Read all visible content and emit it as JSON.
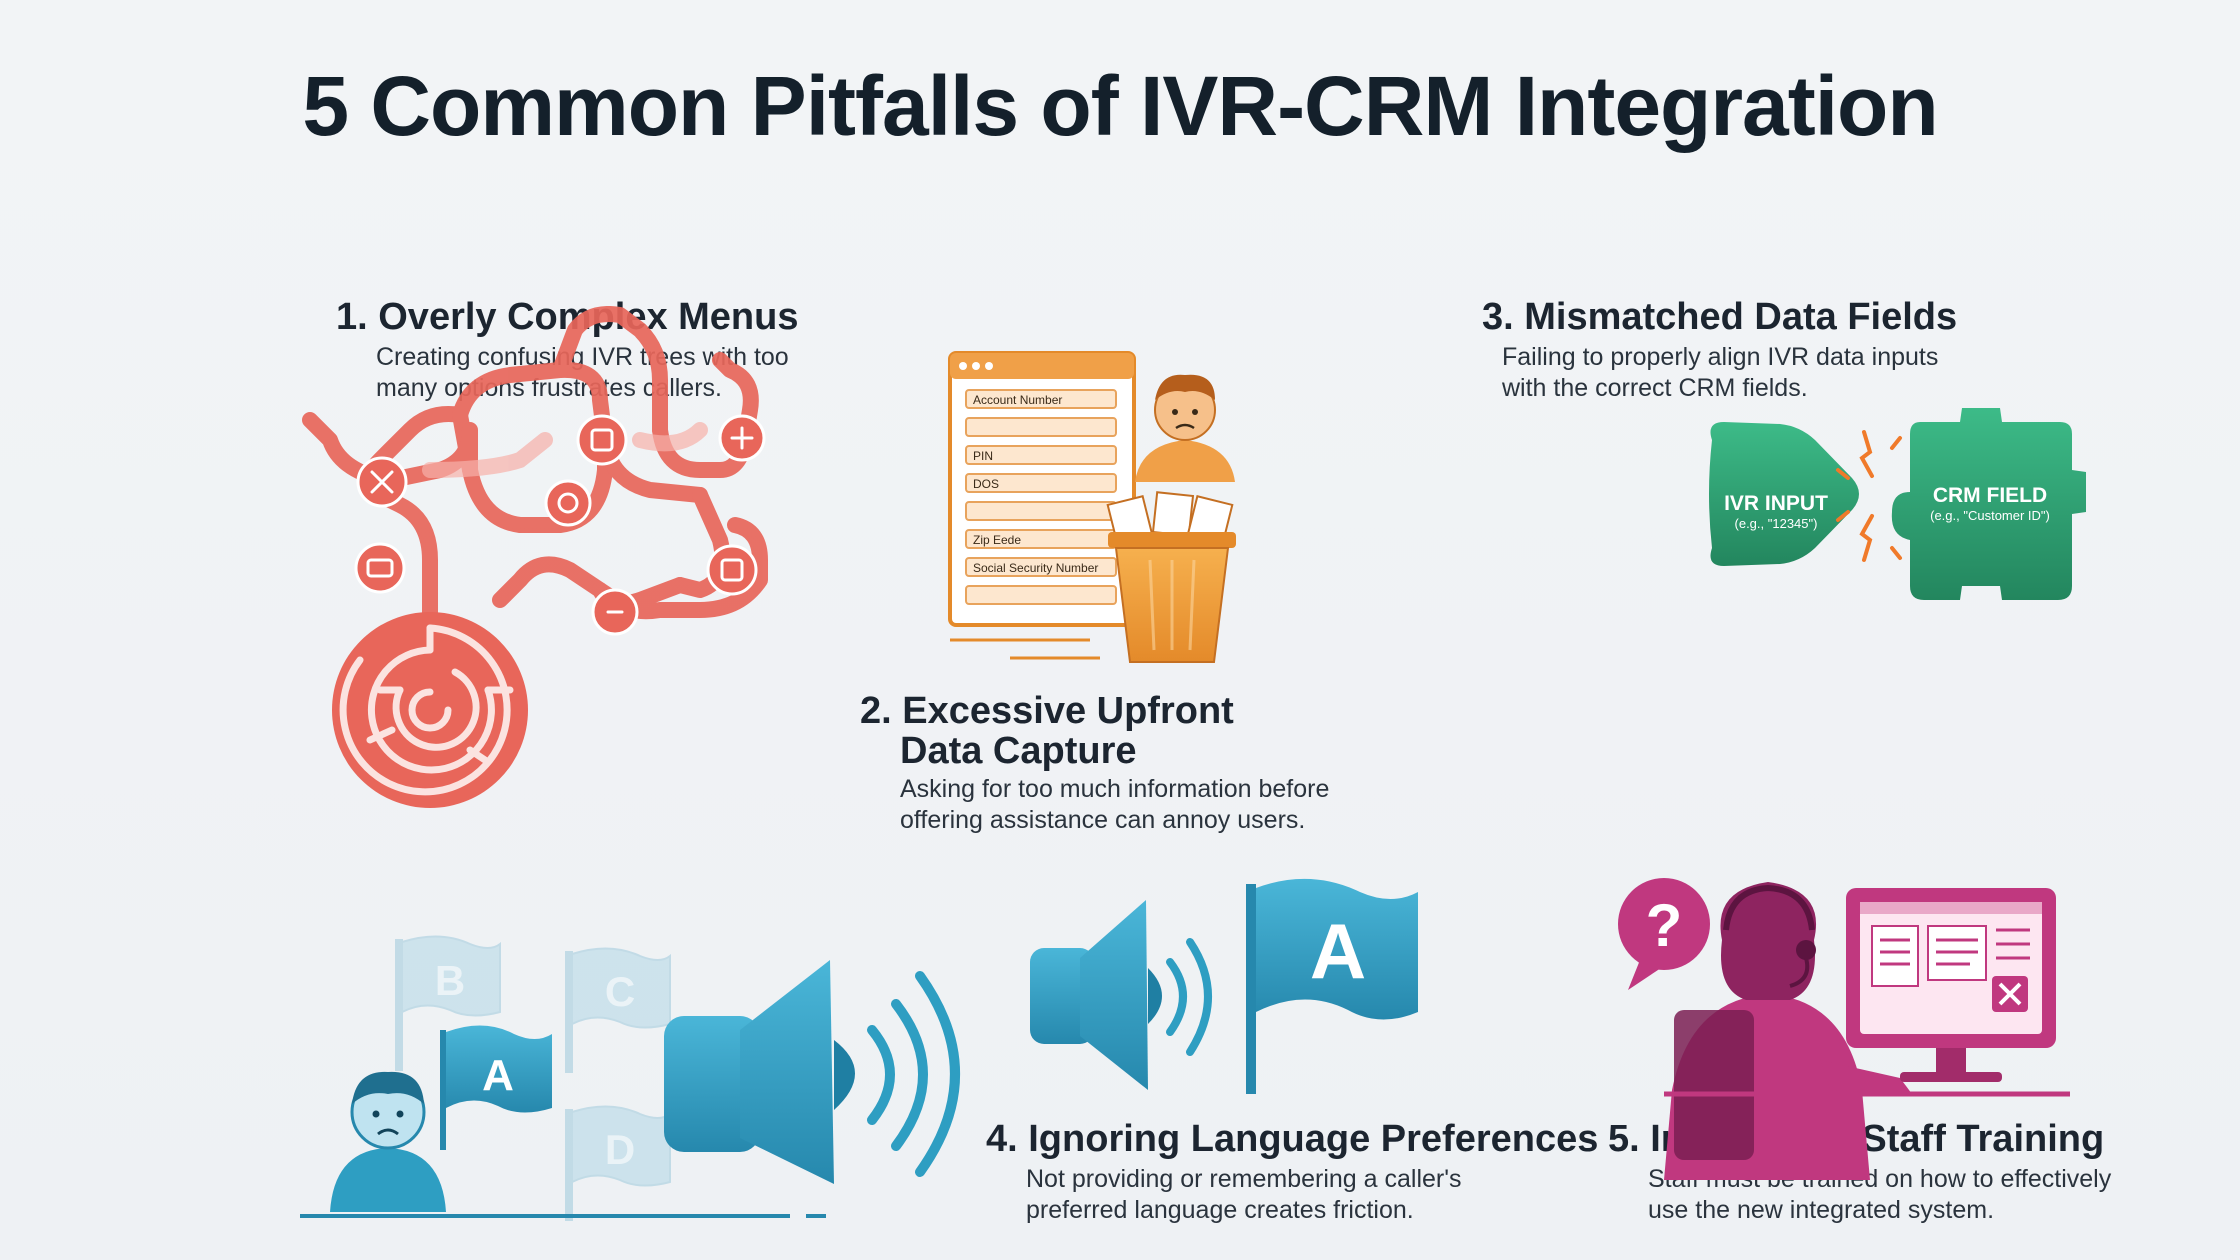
{
  "title": "5 Common Pitfalls of IVR-CRM Integration",
  "pitfalls": [
    {
      "heading": "1. Overly Complex Menus",
      "description": "Creating confusing IVR trees with too many options frustrates callers."
    },
    {
      "heading": "2. Excessive Upfront Data Capture",
      "heading_line1": "2. Excessive Upfront",
      "heading_line2": "Data Capture",
      "description": "Asking for too much information before offering assistance can annoy users.",
      "form_fields": [
        "Account Number",
        "PIN",
        "DOS",
        "Zip Eede",
        "Social Security Number"
      ]
    },
    {
      "heading": "3. Mismatched Data Fields",
      "description": "Failing to properly align IVR data inputs with the correct CRM fields.",
      "ivr_label": "IVR INPUT",
      "ivr_example": "(e.g., \"12345\")",
      "crm_label": "CRM FIELD",
      "crm_example": "(e.g., \"Customer ID\")"
    },
    {
      "heading": "4. Ignoring Language Preferences",
      "description": "Not providing or remembering a caller's preferred language creates friction.",
      "flag_letters": [
        "B",
        "C",
        "A",
        "D"
      ],
      "selected_flag": "A"
    },
    {
      "heading": "5. Inadequate Staff Training",
      "description": "Staff must be trained on how to effectively use the new integrated system.",
      "question_mark": "?"
    }
  ],
  "colors": {
    "title": "#14202b",
    "maze": "#e8665a",
    "form_accent": "#f0a048",
    "green": "#2f9e72",
    "blue": "#2e9ec2",
    "magenta": "#c0387f"
  }
}
